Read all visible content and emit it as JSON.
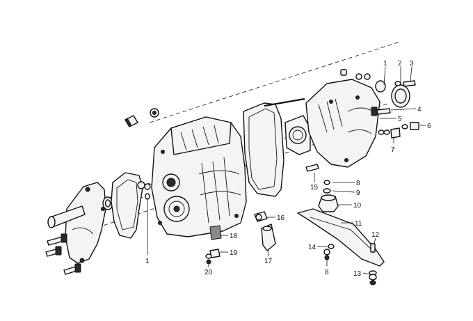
{
  "diagram": {
    "callouts": [
      {
        "id": "c1a",
        "text": "1"
      },
      {
        "id": "c2",
        "text": "2"
      },
      {
        "id": "c3",
        "text": "3"
      },
      {
        "id": "c4",
        "text": "4"
      },
      {
        "id": "c5",
        "text": "5"
      },
      {
        "id": "c6",
        "text": "6"
      },
      {
        "id": "c7",
        "text": "7"
      },
      {
        "id": "c8a",
        "text": "8"
      },
      {
        "id": "c9",
        "text": "9"
      },
      {
        "id": "c10",
        "text": "10"
      },
      {
        "id": "c11",
        "text": "11"
      },
      {
        "id": "c12",
        "text": "12"
      },
      {
        "id": "c13",
        "text": "13"
      },
      {
        "id": "c14",
        "text": "14"
      },
      {
        "id": "c8b",
        "text": "8"
      },
      {
        "id": "c15",
        "text": "15"
      },
      {
        "id": "c16",
        "text": "16"
      },
      {
        "id": "c17",
        "text": "17"
      },
      {
        "id": "c18",
        "text": "18"
      },
      {
        "id": "c19",
        "text": "19"
      },
      {
        "id": "c20",
        "text": "20"
      },
      {
        "id": "c1b",
        "text": "1"
      }
    ]
  }
}
